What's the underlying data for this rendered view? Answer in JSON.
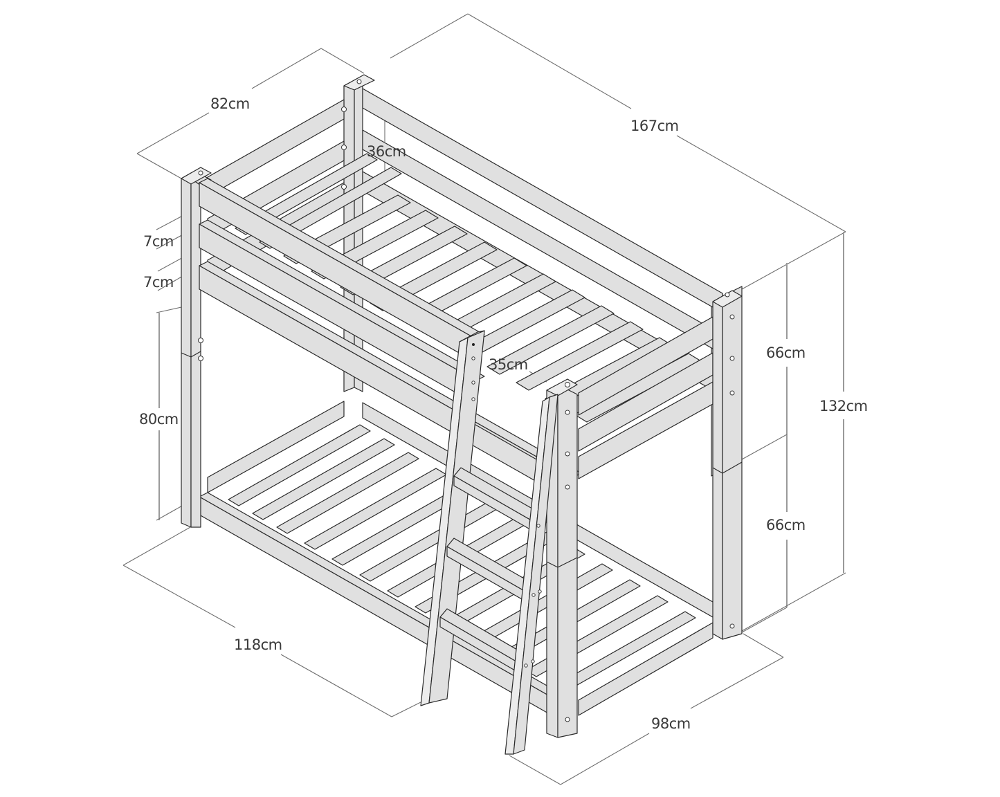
{
  "diagram": {
    "subject": "Bunk bed with angled ladder, isometric dimension drawing",
    "colors": {
      "wood_fill": "#e0e0e0",
      "outline": "#2a2a2a",
      "dimension_line": "#6e6e6e",
      "label_text": "#3a3a3a",
      "background": "#ffffff"
    },
    "dimensions": {
      "overall_width": "82cm",
      "overall_length": "167cm",
      "guard_rail_gap": "36cm",
      "rail_height_1": "7cm",
      "rail_height_2": "7cm",
      "under_bunk_clearance": "80cm",
      "ladder_width": "35cm",
      "upper_section_height": "66cm",
      "lower_section_height": "66cm",
      "overall_height": "132cm",
      "ladder_footprint_depth": "118cm",
      "footprint_width_with_ladder": "98cm"
    }
  }
}
